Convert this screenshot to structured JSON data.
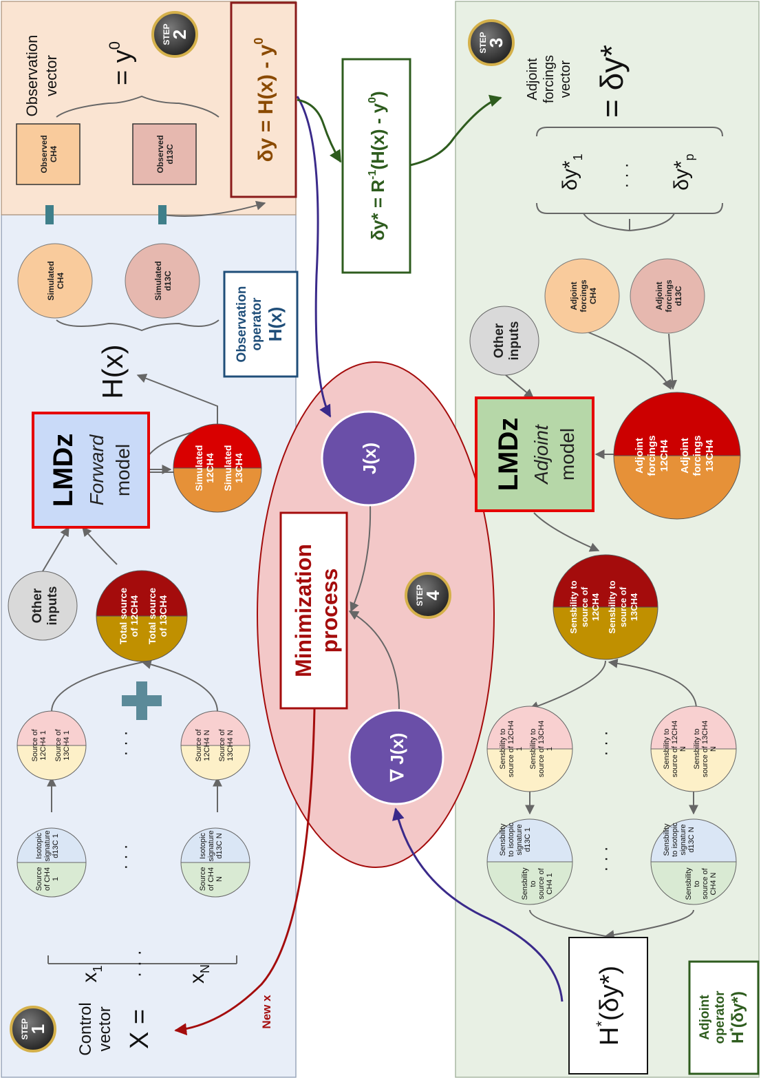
{
  "step_label": "STEP",
  "steps": [
    "1",
    "2",
    "3",
    "4"
  ],
  "control": {
    "label_line1": "Control",
    "label_line2": "vector",
    "x_eq": "X =",
    "x1": "x",
    "x1_sub": "1",
    "dots": "· · ·",
    "xN": "x",
    "xN_sub": "N",
    "new_x": "New x"
  },
  "forward": {
    "sig1": [
      "Isotopic",
      "signature",
      "d13C 1"
    ],
    "src1": [
      "Source",
      "of CH4",
      "1"
    ],
    "sigN": [
      "Isotopic",
      "signature",
      "d13C N"
    ],
    "srcN": [
      "Source",
      "of CH4",
      "N"
    ],
    "s12_1": [
      "Source of",
      "12CH4 1"
    ],
    "s13_1": [
      "Source of",
      "13CH4 1"
    ],
    "s12_N": [
      "Source of",
      "12CH4 N"
    ],
    "s13_N": [
      "Source of",
      "13CH4 N"
    ],
    "total12": [
      "Total source",
      "of 12CH4"
    ],
    "total13": [
      "Total source",
      "of 13CH4"
    ],
    "other_inputs": [
      "Other",
      "inputs"
    ],
    "model_name": "LMDz",
    "model_kind": "Forward",
    "model_word": "model",
    "sim12": [
      "Simulated",
      "12CH4"
    ],
    "sim13": [
      "Simulated",
      "13CH4"
    ],
    "hx": "H(x)",
    "sim_ch4": [
      "Simulated",
      "CH4"
    ],
    "sim_d13c": [
      "Simulated",
      "d13C"
    ],
    "obs_op": [
      "Observation",
      "operator"
    ],
    "obs_op_sym": "H(x)"
  },
  "observation": {
    "label_line1": "Observation",
    "label_line2": "vector",
    "eq": "= y",
    "eq_sup": "0",
    "obs_ch4": [
      "Observed",
      "CH4"
    ],
    "obs_d13c": [
      "Observed",
      "d13C"
    ],
    "dy": "δy = H(x) - y",
    "dy_sup": "0"
  },
  "forcing": {
    "eq_main": "δy* = R",
    "eq_sup1": "-1",
    "eq_mid": "(H(x) - y",
    "eq_sup2": "0",
    "eq_end": ")"
  },
  "minimization": {
    "title": [
      "Minimization",
      "process"
    ],
    "jx": "J(x)",
    "grad": "∇ J(x)"
  },
  "adjoint": {
    "label": [
      "Adjoint",
      "forcings",
      "vector"
    ],
    "eq": "= δy*",
    "dy1": "δy*",
    "dy1_sub": "1",
    "dots": "· · ·",
    "dyp": "δy*",
    "dyp_sub": "p",
    "adj_ch4": [
      "Adjoint",
      "forcings",
      "CH4"
    ],
    "adj_d13c": [
      "Adjoint",
      "forcings",
      "d13C"
    ],
    "other_inputs": [
      "Other",
      "inputs"
    ],
    "model_name": "LMDz",
    "model_kind": "Adjoint",
    "model_word": "model",
    "adj12": [
      "Adjoint",
      "forcings",
      "12CH4"
    ],
    "adj13": [
      "Adjoint",
      "forcings",
      "13CH4"
    ],
    "sens12": [
      "Sensbility to",
      "source of",
      "12CH4"
    ],
    "sens13": [
      "Sensbility to",
      "source of",
      "13CH4"
    ],
    "sens12_1": [
      "Sensbility to",
      "source of 12CH4",
      "1"
    ],
    "sens13_1": [
      "Sensbility to",
      "source of 13CH4",
      "1"
    ],
    "sens12_N": [
      "Sensbility to",
      "source of 12CH4",
      "N"
    ],
    "sens13_N": [
      "Sensbility to",
      "source of 13CH4",
      "N"
    ],
    "sens_iso1": [
      "Sensbility",
      "to isotopic",
      "signature",
      "d13C 1"
    ],
    "sens_src1": [
      "Sensbility",
      "to",
      "source of",
      "CH4 1"
    ],
    "sens_isoN": [
      "Sensbility",
      "to isotopic",
      "signature",
      "d13C N"
    ],
    "sens_srcN": [
      "Sensbility",
      "to",
      "source of",
      "CH4 N"
    ],
    "hstar": "H",
    "hstar_sup": "*",
    "hstar_arg": "(δy*)",
    "adj_op": [
      "Adjoint",
      "operator"
    ],
    "adj_op_sym": "H",
    "adj_op_sup": "*",
    "adj_op_arg": "(δy*)"
  },
  "colors": {
    "forward_bg": "#e8eef8",
    "obs_bg": "#fae4d2",
    "adjoint_bg": "#e8f0e4",
    "ellipse": "#f3c8c8",
    "purple": "#6a4fa8",
    "red_dark": "#a40c0c",
    "gold": "#c09000",
    "green_line": "#2e5c1e",
    "brown_text": "#8a4a00"
  }
}
